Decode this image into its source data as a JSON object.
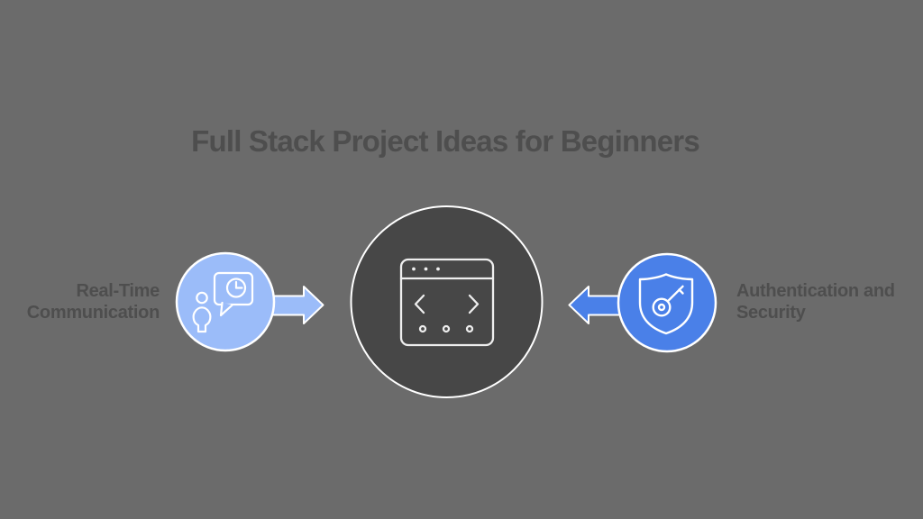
{
  "title": "Full Stack Project Ideas for Beginners",
  "center_node": {
    "icon": "browser-window-icon"
  },
  "left_node": {
    "label": "Real-Time Communication",
    "label_lines": [
      "Real-Time",
      "Communication"
    ],
    "icon": "person-chat-clock-icon",
    "arrow_direction": "right"
  },
  "right_node": {
    "label": "Authentication and Security",
    "label_lines": [
      "Authentication and",
      "Security"
    ],
    "icon": "shield-key-icon",
    "arrow_direction": "left"
  },
  "colors": {
    "background": "#6b6b6b",
    "text": "#4e4e4e",
    "center_circle_fill": "#474747",
    "left_accent": "#9bbcf9",
    "right_accent": "#4a80e8",
    "outline": "#ffffff",
    "icon_stroke": "#f2f2f2"
  }
}
